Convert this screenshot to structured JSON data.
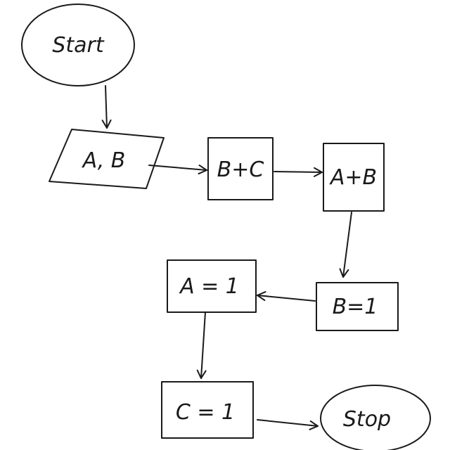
{
  "diagram": {
    "nodes": {
      "start": {
        "label": "Start"
      },
      "input_ab": {
        "label": "A, B"
      },
      "b_plus_c": {
        "label": "B+C"
      },
      "a_plus_b": {
        "label": "A+B"
      },
      "b_eq_1": {
        "label": "B=1"
      },
      "a_eq_1": {
        "label": "A = 1"
      },
      "c_eq_1": {
        "label": "C = 1"
      },
      "stop": {
        "label": "Stop"
      }
    },
    "edges": [
      {
        "from": "Start",
        "to": "A, B"
      },
      {
        "from": "A, B",
        "to": "B+C"
      },
      {
        "from": "B+C",
        "to": "A+B"
      },
      {
        "from": "A+B",
        "to": "B=1"
      },
      {
        "from": "B=1",
        "to": "A = 1"
      },
      {
        "from": "A = 1",
        "to": "C = 1"
      },
      {
        "from": "C = 1",
        "to": "Stop"
      }
    ]
  }
}
